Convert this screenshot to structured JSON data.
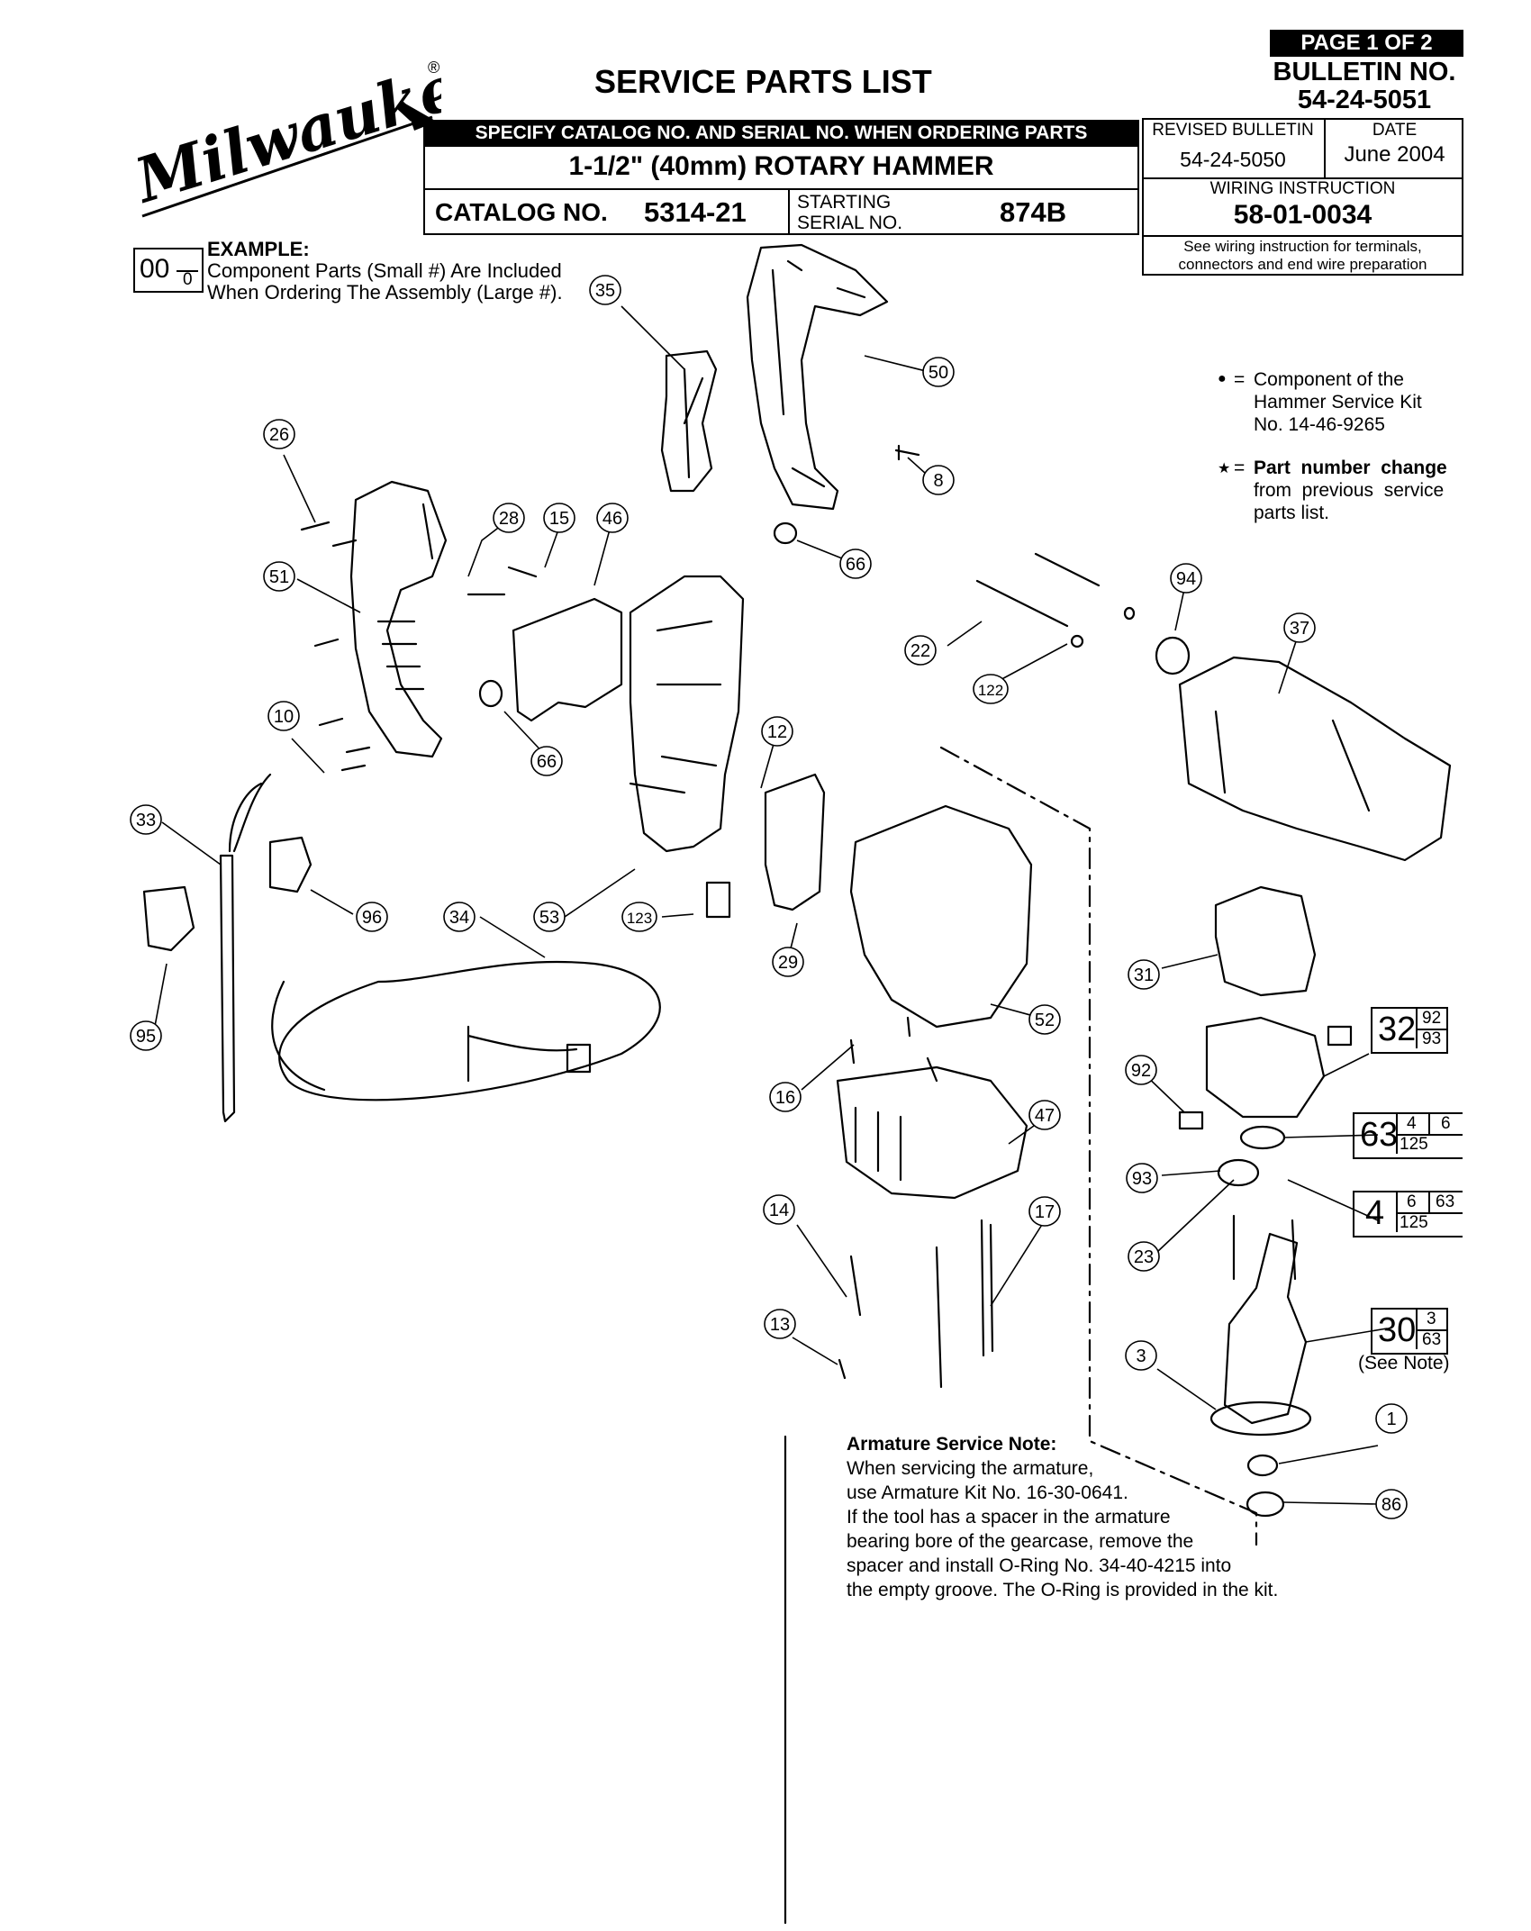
{
  "header": {
    "brand": "Milwaukee",
    "registered": "®",
    "title": "SERVICE PARTS LIST",
    "page": "PAGE 1 OF 2",
    "bulletin_label": "BULLETIN NO.",
    "bulletin_no": "54-24-5051",
    "specify": "SPECIFY CATALOG NO. AND SERIAL NO. WHEN ORDERING PARTS",
    "product": "1-1/2\" (40mm) ROTARY HAMMER",
    "catalog_label": "CATALOG NO.",
    "catalog_no": "5314-21",
    "starting_label": "STARTING",
    "serial_label": "SERIAL NO.",
    "serial_no": "874B",
    "revised_label": "REVISED BULLETIN",
    "revised_no": "54-24-5050",
    "date_label": "DATE",
    "date": "June 2004",
    "wiring_label": "WIRING INSTRUCTION",
    "wiring_no": "58-01-0034",
    "wiring_note_1": "See wiring instruction for terminals,",
    "wiring_note_2": "connectors and end wire preparation"
  },
  "example": {
    "big": "00",
    "small": "0",
    "label": "EXAMPLE:",
    "line1": "Component Parts (Small #) Are Included",
    "line2": "When Ordering The Assembly (Large #)."
  },
  "legend": {
    "dot_symbol": "●",
    "dot_eq": "=",
    "dot_line1": "Component of the",
    "dot_line2": "Hammer Service Kit",
    "dot_line3": "No. 14-46-9265",
    "star_symbol": "★",
    "star_eq": "=",
    "star_line1": "Part  number  change",
    "star_line2": "from  previous  service",
    "star_line3": "parts list."
  },
  "callouts": [
    "35",
    "50",
    "8",
    "66",
    "26",
    "28",
    "15",
    "46",
    "51",
    "66",
    "22",
    "122",
    "94",
    "37",
    "10",
    "12",
    "33",
    "96",
    "34",
    "53",
    "123",
    "29",
    "31",
    "95",
    "52",
    "92",
    "16",
    "47",
    "93",
    "23",
    "14",
    "17",
    "13",
    "3",
    "1",
    "86"
  ],
  "kits": {
    "k32": {
      "big": "32",
      "top": [
        "92"
      ],
      "bottom": "93"
    },
    "k63": {
      "big": "63",
      "top": [
        "4",
        "6"
      ],
      "bottom": "125"
    },
    "k4": {
      "big": "4",
      "top": [
        "6",
        "63"
      ],
      "bottom": "125"
    },
    "k30": {
      "big": "30",
      "top": [
        "3"
      ],
      "bottom": "63",
      "note": "(See Note)"
    }
  },
  "note": {
    "title": "Armature Service Note:",
    "lines": [
      "When servicing the armature,",
      "use Armature Kit No. 16-30-0641.",
      "If the tool has a spacer in the armature",
      "bearing bore of the gearcase, remove the",
      "spacer and install O-Ring No. 34-40-4215 into",
      "the empty groove. The O-Ring is provided in the kit."
    ]
  }
}
